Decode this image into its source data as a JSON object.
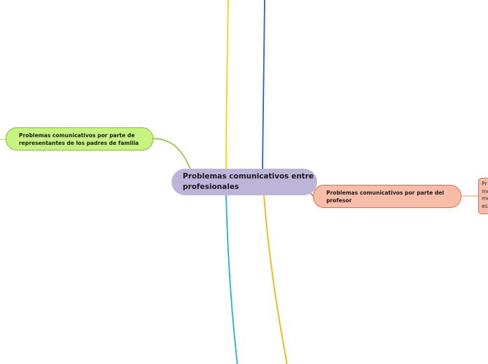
{
  "mindmap": {
    "central": {
      "line1": "Problemas comunicativos entre",
      "line2": "profesionales",
      "color": "#bdb5d9"
    },
    "branches": [
      {
        "line1": "Problemas comunicativos por parte de",
        "line2": "representantes de los padres de familia",
        "color": "#c7f37f",
        "border": "#7fbf2a"
      },
      {
        "line1": "Problemas comunicativos por parte del",
        "line2": "profesor",
        "color": "#f8bda9",
        "border": "#f0683c"
      }
    ],
    "leaf": {
      "lines": [
        "Pr",
        "me",
        "me",
        "es"
      ],
      "color": "#f8bda9"
    },
    "connector_colors": {
      "yellow": "#f2d600",
      "blue": "#1f66d1",
      "cyan": "#1ab0ea",
      "orange": "#ffb300",
      "green": "#7fbf2a",
      "salmon": "#f0683c"
    }
  }
}
